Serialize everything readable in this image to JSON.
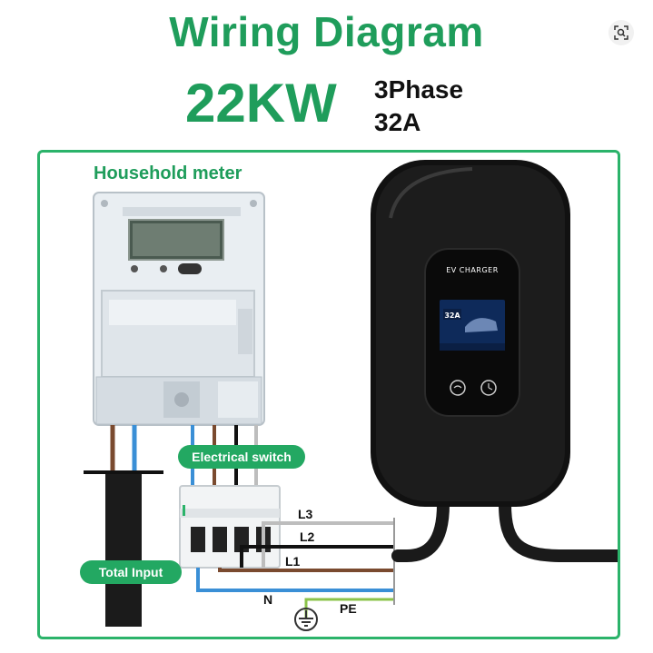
{
  "header": {
    "title": "Wiring Diagram",
    "power": "22KW",
    "phase": "3Phase",
    "current": "32A"
  },
  "labels": {
    "household_meter": "Household meter",
    "electrical_switch": "Electrical switch",
    "total_input": "Total Input"
  },
  "wires": {
    "l3": "L3",
    "l2": "L2",
    "l1": "L1",
    "n": "N",
    "pe": "PE"
  },
  "charger": {
    "brand": "EV CHARGER",
    "screen_current": "32A"
  },
  "icons": {
    "zoom": "zoom-search-icon",
    "ground": "ground-icon"
  },
  "colors": {
    "accent_green": "#1f9d5b",
    "wire_grey": "#bdbdbd",
    "wire_black": "#111111",
    "wire_brown": "#7a4a2f",
    "wire_blue": "#3a8fd6",
    "wire_pe": "#8bc34a"
  }
}
